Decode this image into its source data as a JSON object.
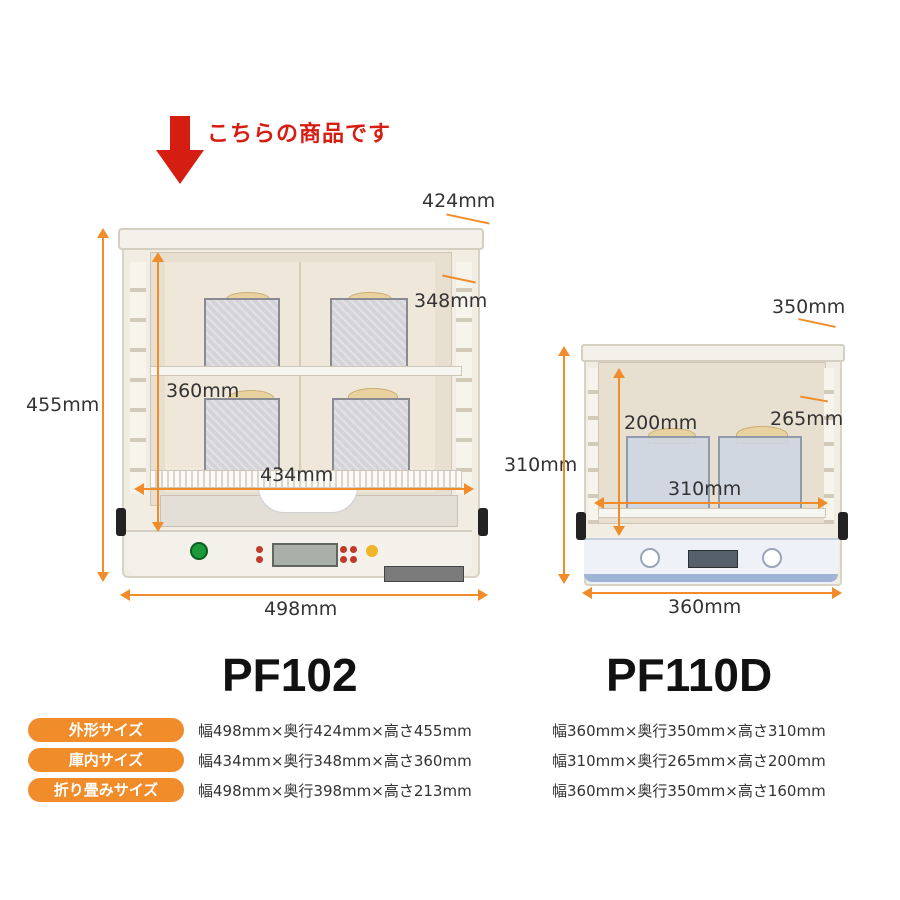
{
  "callout": {
    "text": "こちらの商品です"
  },
  "pf102": {
    "model": "PF102",
    "dims": {
      "depth": "424mm",
      "inner_depth": "348mm",
      "height": "455mm",
      "inner_height": "360mm",
      "inner_width": "434mm",
      "width": "498mm"
    }
  },
  "pf110d": {
    "model": "PF110D",
    "dims": {
      "depth": "350mm",
      "inner_height": "200mm",
      "inner_depth": "265mm",
      "height": "310mm",
      "inner_width": "310mm",
      "width": "360mm"
    }
  },
  "specs": {
    "rows": [
      {
        "label": "外形サイズ",
        "pf102": "幅498mm×奥行424mm×高さ455mm",
        "pf110d": "幅360mm×奥行350mm×高さ310mm"
      },
      {
        "label": "庫内サイズ",
        "pf102": "幅434mm×奥行348mm×高さ360mm",
        "pf110d": "幅310mm×奥行265mm×高さ200mm"
      },
      {
        "label": "折り畳みサイズ",
        "pf102": "幅498mm×奥行398mm×高さ213mm",
        "pf110d": "幅360mm×奥行350mm×高さ160mm"
      }
    ]
  },
  "colors": {
    "accent": "#f08c2a",
    "callout_red": "#d61d12"
  }
}
